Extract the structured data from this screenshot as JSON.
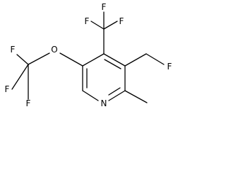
{
  "structure": {
    "atoms": {
      "top_cf3_f_left": "F",
      "top_cf3_f_center": "F",
      "top_cf3_f_right": "F",
      "ether_o": "O",
      "ocf3_f_top": "F",
      "ocf3_f_left": "F",
      "ocf3_f_bottom": "F",
      "fluoromethyl_f": "F",
      "ring_n": "N"
    }
  }
}
